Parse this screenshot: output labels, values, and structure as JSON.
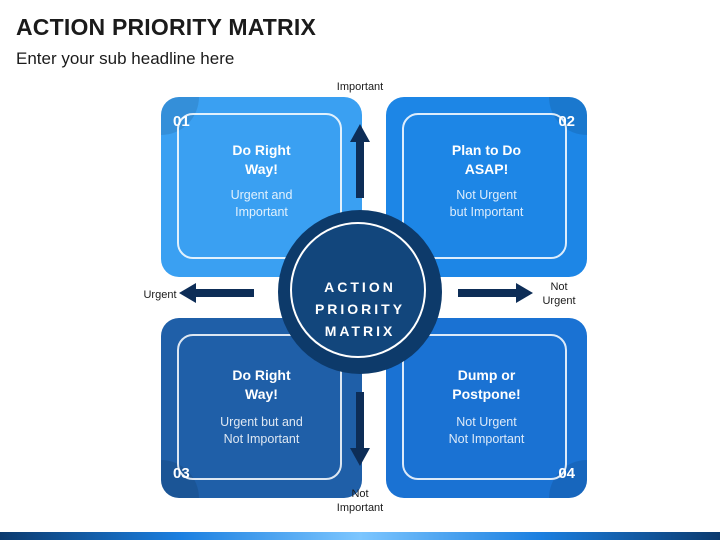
{
  "header": {
    "title": "ACTION PRIORITY MATRIX",
    "subtitle": "Enter your sub headline here"
  },
  "quadrants": [
    {
      "number": "01",
      "heading_line1": "Do Right",
      "heading_line2": "Way!",
      "sub_line1": "Urgent and",
      "sub_line2": "Important",
      "color": "#3aa0f2"
    },
    {
      "number": "02",
      "heading_line1": "Plan to Do",
      "heading_line2": "ASAP!",
      "sub_line1": "Not Urgent",
      "sub_line2": "but Important",
      "color": "#1d86e6"
    },
    {
      "number": "03",
      "heading_line1": "Do Right",
      "heading_line2": "Way!",
      "sub_line1": "Urgent but and",
      "sub_line2": "Not Important",
      "color": "#1f5fa8"
    },
    {
      "number": "04",
      "heading_line1": "Dump or",
      "heading_line2": "Postpone!",
      "sub_line1": "Not Urgent",
      "sub_line2": "Not Important",
      "color": "#1a72d3"
    }
  ],
  "center": {
    "line1": "ACTION",
    "line2": "PRIORITY",
    "line3": "MATRIX",
    "color": "#0d3a6a"
  },
  "axes": {
    "top": "Important",
    "bottom_line1": "Not",
    "bottom_line2": "Important",
    "left": "Urgent",
    "right_line1": "Not",
    "right_line2": "Urgent",
    "arrow_color": "#0d2d57"
  }
}
